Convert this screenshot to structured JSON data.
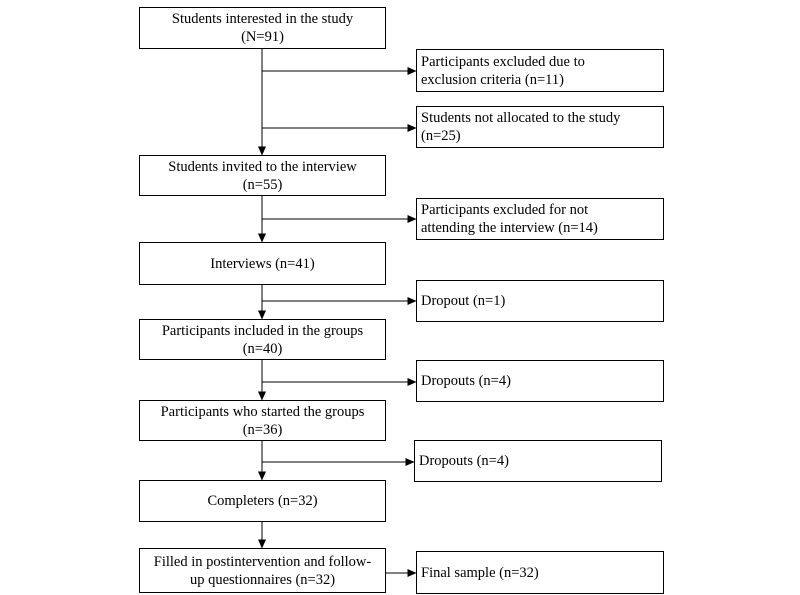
{
  "left_boxes": [
    {
      "id": "interested",
      "lines": [
        "Students interested in the study",
        "(N=91)"
      ]
    },
    {
      "id": "invited",
      "lines": [
        "Students invited to the interview",
        "(n=55)"
      ]
    },
    {
      "id": "interviews",
      "lines": [
        "Interviews (n=41)"
      ]
    },
    {
      "id": "included",
      "lines": [
        "Participants included in the groups",
        "(n=40)"
      ]
    },
    {
      "id": "started",
      "lines": [
        "Participants who started the groups",
        "(n=36)"
      ]
    },
    {
      "id": "completers",
      "lines": [
        "Completers (n=32)"
      ]
    },
    {
      "id": "filled",
      "lines": [
        "Filled in postintervention and follow-",
        "up questionnaires (n=32)"
      ]
    }
  ],
  "right_boxes": [
    {
      "id": "excluded-criteria",
      "lines": [
        "Participants excluded due to",
        "exclusion criteria (n=11)"
      ]
    },
    {
      "id": "not-allocated",
      "lines": [
        "Students not allocated to the study",
        "(n=25)"
      ]
    },
    {
      "id": "excluded-interview",
      "lines": [
        "Participants excluded for not",
        "attending the interview (n=14)"
      ]
    },
    {
      "id": "dropout-1",
      "lines": [
        "Dropout (n=1)"
      ]
    },
    {
      "id": "dropouts-4a",
      "lines": [
        "Dropouts (n=4)"
      ]
    },
    {
      "id": "dropouts-4b",
      "lines": [
        "Dropouts (n=4)"
      ]
    },
    {
      "id": "final-sample",
      "lines": [
        "Final sample (n=32)"
      ]
    }
  ]
}
